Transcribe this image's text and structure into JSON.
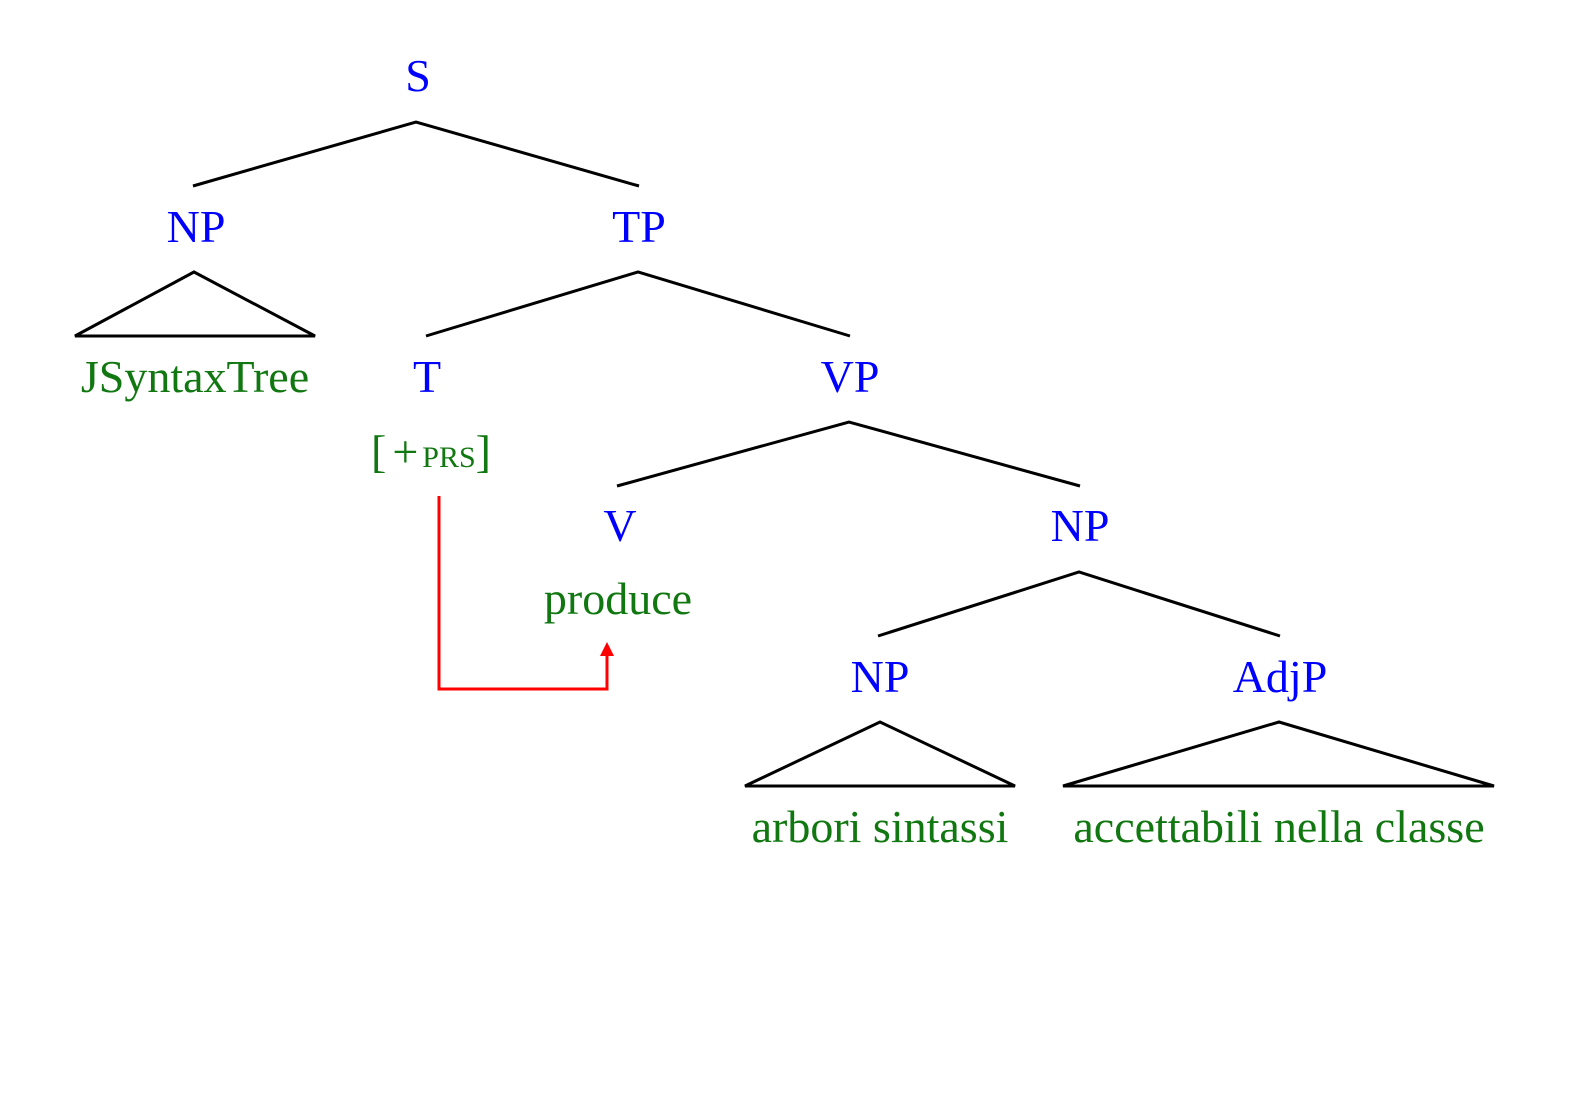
{
  "tree": {
    "s": "S",
    "np_subject": "NP",
    "tp": "TP",
    "subject_words": "JSyntaxTree",
    "t": "T",
    "t_feature": {
      "open": "[",
      "plus": "+",
      "value": "PRS",
      "close": "]"
    },
    "vp": "VP",
    "v": "V",
    "verb": "produce",
    "np_object": "NP",
    "np_inner": "NP",
    "np_inner_words": "arbori sintassi",
    "adjp": "AdjP",
    "adjp_words": "accettabili nella classe"
  },
  "colors": {
    "category": "#0000ff",
    "terminal": "#117711",
    "branch": "#000000",
    "movement_arrow": "#ff0000"
  }
}
